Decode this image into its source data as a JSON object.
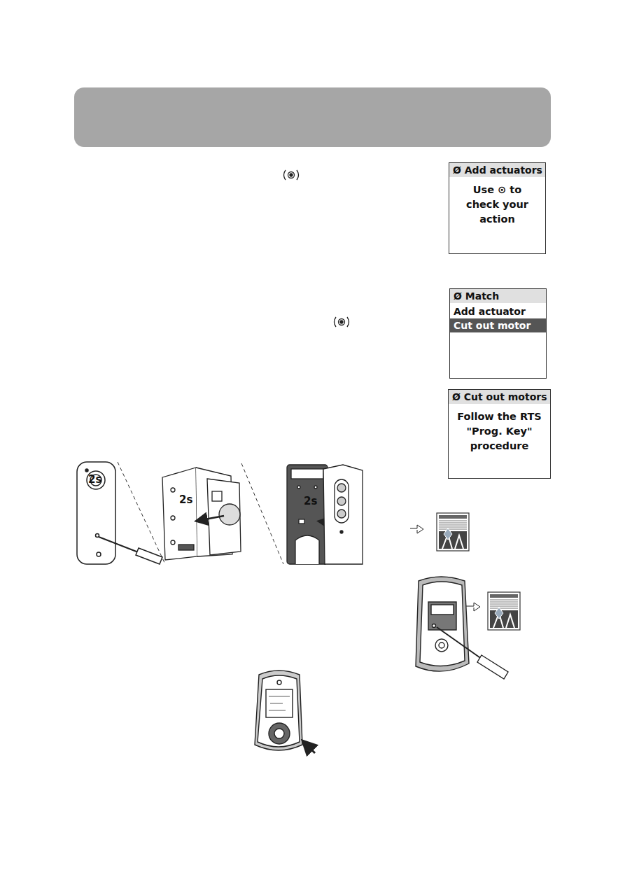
{
  "diagram": {
    "nodes": [
      {
        "text": [
          "Ø Add actuators",
          "Use ⊙ to check your action"
        ]
      },
      {
        "text": [
          "Ø Match",
          "Add actuator",
          "Cut out motor"
        ]
      },
      {
        "text": [
          "Ø Cut out motors",
          "Follow the RTS \"Prog. Key\" procedure"
        ]
      }
    ],
    "edges": [],
    "labels": [
      "2s",
      "2s",
      "2s"
    ]
  }
}
